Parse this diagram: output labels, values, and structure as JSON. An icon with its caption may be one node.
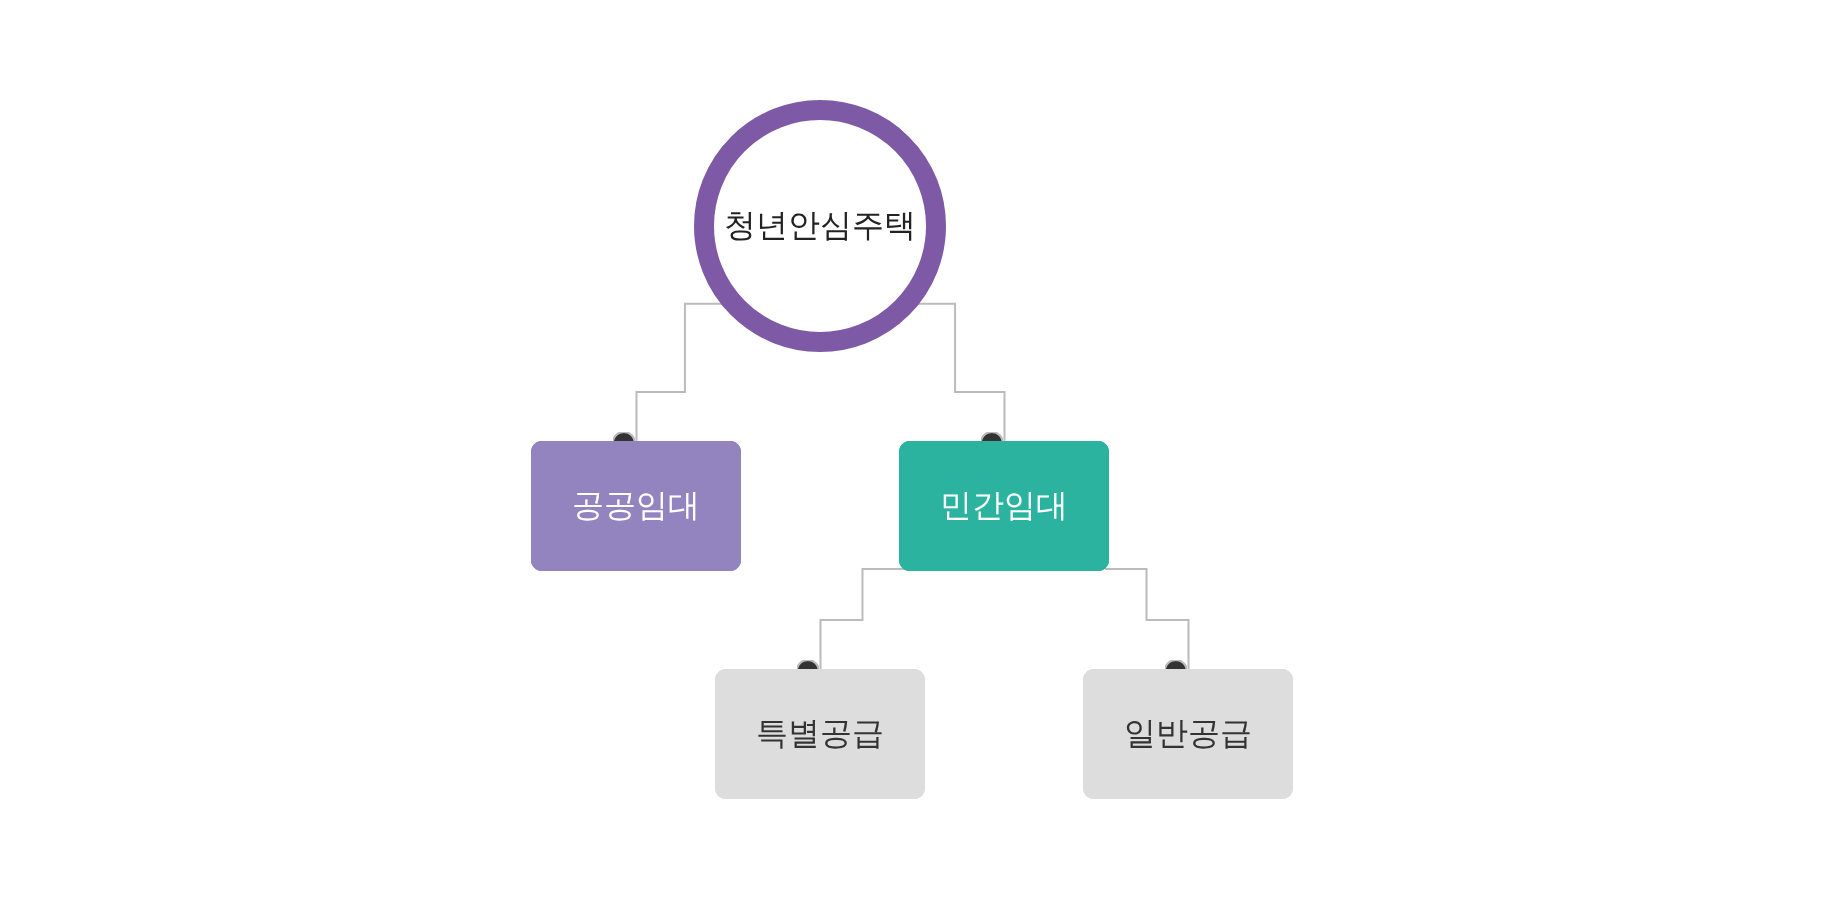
{
  "diagram": {
    "nodes": [
      {
        "text": [
          "청년안심주택"
        ]
      },
      {
        "text": [
          "공공임대"
        ]
      },
      {
        "text": [
          "민간임대"
        ]
      },
      {
        "text": [
          "특별공급"
        ]
      },
      {
        "text": [
          "일반공급"
        ]
      }
    ],
    "edges": [
      {
        "from": 0,
        "to": 1,
        "arrow": "other"
      },
      {
        "from": 0,
        "to": 2,
        "arrow": "other"
      },
      {
        "from": 2,
        "to": 3,
        "arrow": "other"
      },
      {
        "from": 2,
        "to": 4,
        "arrow": "other"
      }
    ]
  }
}
